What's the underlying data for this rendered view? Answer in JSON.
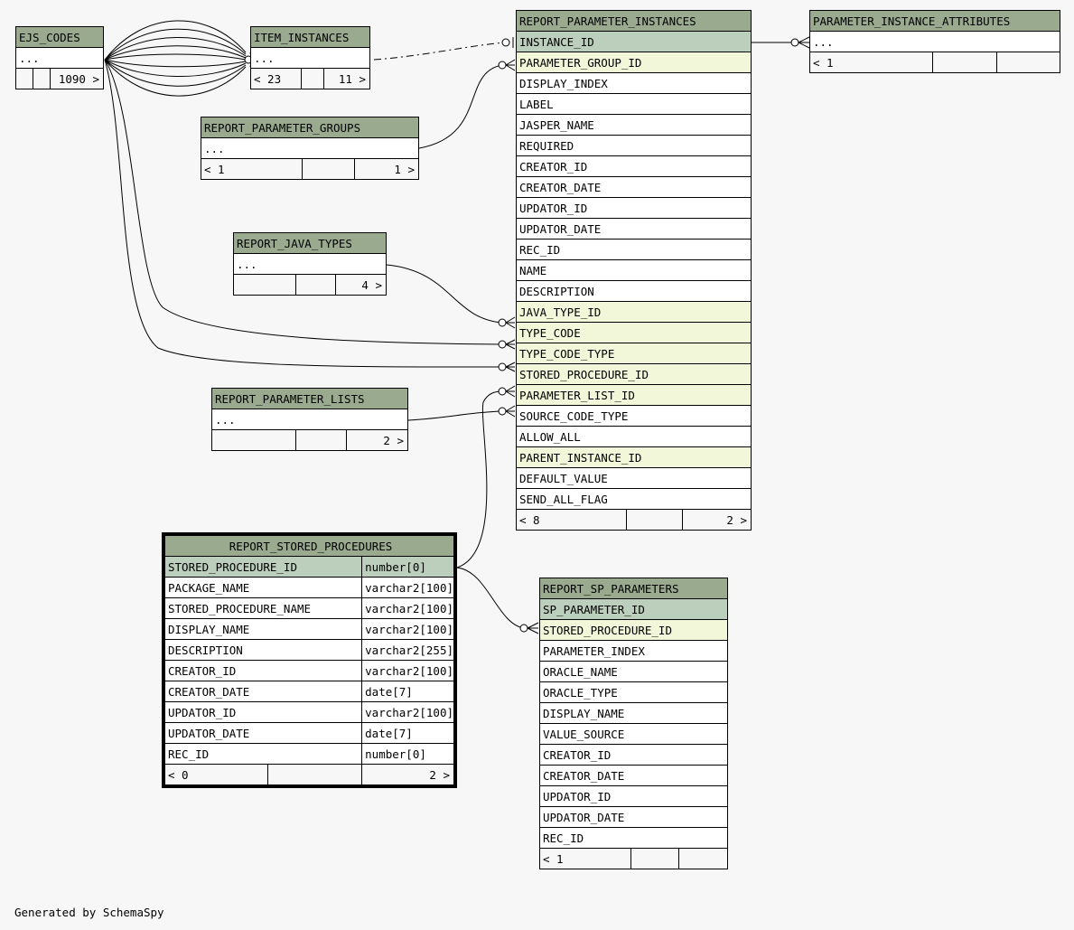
{
  "footer": "Generated by SchemaSpy",
  "tables": {
    "ejs_codes": {
      "name": "EJS_CODES",
      "row": "...",
      "foot": [
        "",
        "",
        "1090 >"
      ]
    },
    "item_instances": {
      "name": "ITEM_INSTANCES",
      "row": "...",
      "foot": [
        "< 23",
        "",
        "11 >"
      ]
    },
    "report_parameter_groups": {
      "name": "REPORT_PARAMETER_GROUPS",
      "row": "...",
      "foot": [
        "< 1",
        "",
        "1 >"
      ]
    },
    "report_java_types": {
      "name": "REPORT_JAVA_TYPES",
      "row": "...",
      "foot": [
        "",
        "",
        "4 >"
      ]
    },
    "report_parameter_lists": {
      "name": "REPORT_PARAMETER_LISTS",
      "row": "...",
      "foot": [
        "",
        "",
        "2 >"
      ]
    },
    "parameter_instance_attributes": {
      "name": "PARAMETER_INSTANCE_ATTRIBUTES",
      "row": "...",
      "foot": [
        "< 1",
        "",
        ""
      ]
    },
    "report_parameter_instances": {
      "name": "REPORT_PARAMETER_INSTANCES",
      "columns": [
        "INSTANCE_ID",
        "PARAMETER_GROUP_ID",
        "DISPLAY_INDEX",
        "LABEL",
        "JASPER_NAME",
        "REQUIRED",
        "CREATOR_ID",
        "CREATOR_DATE",
        "UPDATOR_ID",
        "UPDATOR_DATE",
        "REC_ID",
        "NAME",
        "DESCRIPTION",
        "JAVA_TYPE_ID",
        "TYPE_CODE",
        "TYPE_CODE_TYPE",
        "STORED_PROCEDURE_ID",
        "PARAMETER_LIST_ID",
        "SOURCE_CODE_TYPE",
        "ALLOW_ALL",
        "PARENT_INSTANCE_ID",
        "DEFAULT_VALUE",
        "SEND_ALL_FLAG"
      ],
      "foot": [
        "< 8",
        "",
        "2 >"
      ]
    },
    "report_stored_procedures": {
      "name": "REPORT_STORED_PROCEDURES",
      "columns": [
        "STORED_PROCEDURE_ID",
        "PACKAGE_NAME",
        "STORED_PROCEDURE_NAME",
        "DISPLAY_NAME",
        "DESCRIPTION",
        "CREATOR_ID",
        "CREATOR_DATE",
        "UPDATOR_ID",
        "UPDATOR_DATE",
        "REC_ID"
      ],
      "types": [
        "number[0]",
        "varchar2[100]",
        "varchar2[100]",
        "varchar2[100]",
        "varchar2[255]",
        "varchar2[100]",
        "date[7]",
        "varchar2[100]",
        "date[7]",
        "number[0]"
      ],
      "foot": [
        "< 0",
        "",
        "2 >"
      ]
    },
    "report_sp_parameters": {
      "name": "REPORT_SP_PARAMETERS",
      "columns": [
        "SP_PARAMETER_ID",
        "STORED_PROCEDURE_ID",
        "PARAMETER_INDEX",
        "ORACLE_NAME",
        "ORACLE_TYPE",
        "DISPLAY_NAME",
        "VALUE_SOURCE",
        "CREATOR_ID",
        "CREATOR_DATE",
        "UPDATOR_ID",
        "UPDATOR_DATE",
        "REC_ID"
      ],
      "foot": [
        "< 1",
        "",
        ""
      ]
    }
  }
}
